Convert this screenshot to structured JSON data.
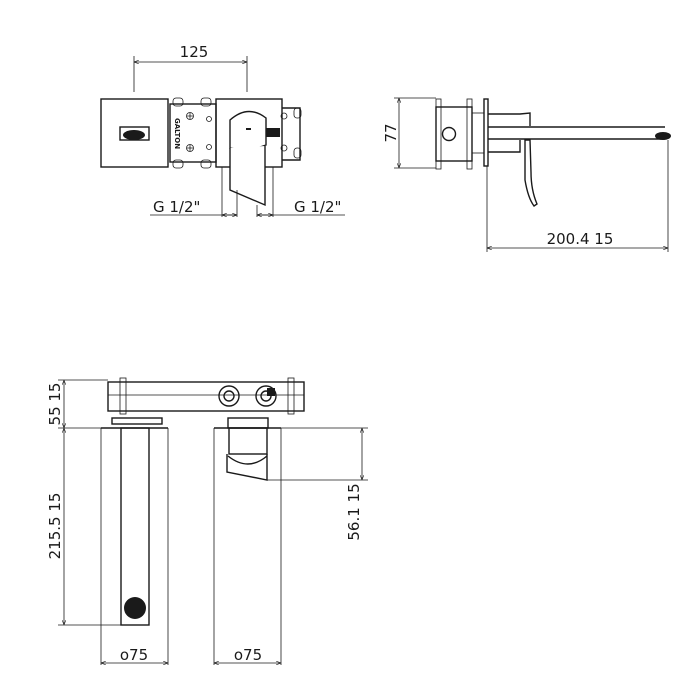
{
  "drawing": {
    "front_view": {
      "width_dim": "125",
      "inlet_left": "G 1/2\"",
      "inlet_right": "G 1/2\"",
      "logo": "GALTON"
    },
    "side_view": {
      "height_dim": "77",
      "projection_dim": "200.4 15"
    },
    "plan_view": {
      "box_depth_dim": "55 15",
      "spout_length_dim": "215.5 15",
      "lever_length_dim": "56.1 15",
      "spout_plate_dim": "o75",
      "lever_plate_dim": "o75"
    },
    "colors": {
      "line": "#1a1a1a",
      "background": "#ffffff"
    }
  }
}
